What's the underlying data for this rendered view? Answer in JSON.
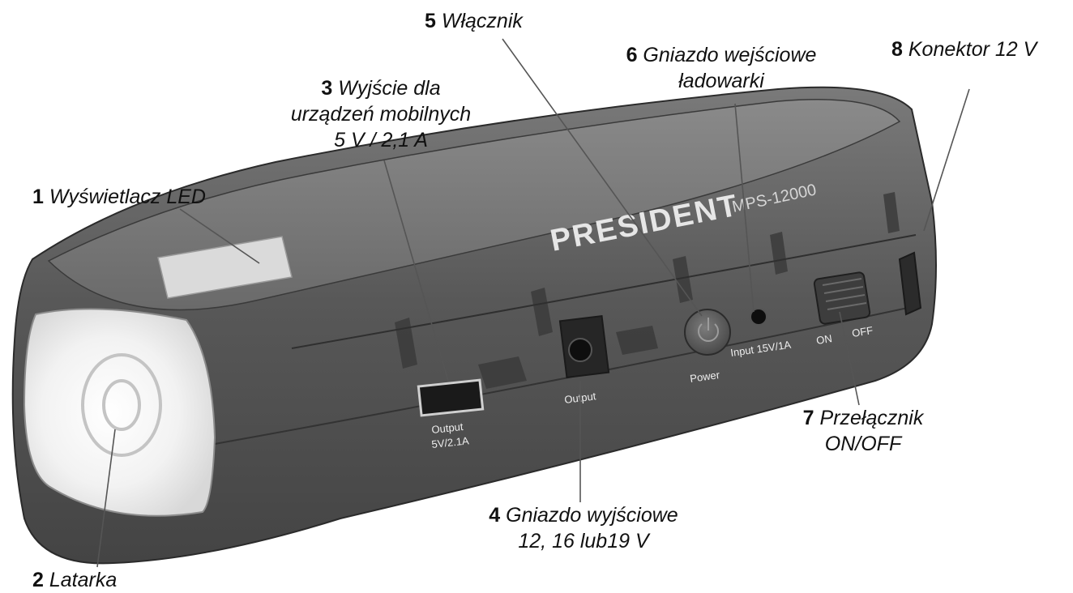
{
  "callouts": [
    {
      "number": "1",
      "lines": [
        "Wyświetlacz LED"
      ]
    },
    {
      "number": "2",
      "lines": [
        "Latarka"
      ]
    },
    {
      "number": "3",
      "lines": [
        "Wyjście dla",
        "urządzeń mobilnych",
        "5 V / 2,1 A"
      ]
    },
    {
      "number": "4",
      "lines": [
        "Gniazdo wyjściowe",
        "12, 16 lub19 V"
      ]
    },
    {
      "number": "5",
      "lines": [
        "Włącznik"
      ]
    },
    {
      "number": "6",
      "lines": [
        "Gniazdo wejściowe",
        "ładowarki"
      ]
    },
    {
      "number": "7",
      "lines": [
        "Przełącznik",
        "ON/OFF"
      ]
    },
    {
      "number": "8",
      "lines": [
        "Konektor 12 V"
      ]
    }
  ],
  "device": {
    "brand": "PRESIDENT",
    "model": "MPS-12000",
    "usb_label": [
      "Output",
      "5V/2.1A"
    ],
    "dc_label": "Output",
    "power_label": "Power",
    "input_label": "Input 15V/1A",
    "switch_on": "ON",
    "switch_off": "OFF"
  }
}
